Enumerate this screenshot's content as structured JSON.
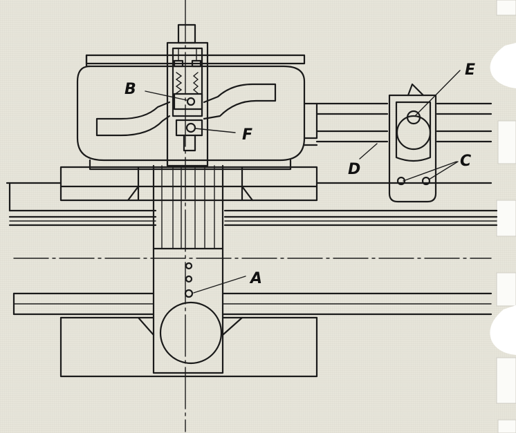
{
  "labels": {
    "B": "B",
    "F": "F",
    "E": "E",
    "D": "D",
    "C": "C",
    "A": "A"
  },
  "colors": {
    "paper": "#e7e5da",
    "ink": "#1a1a1a",
    "binder_hole": "#ffffff"
  }
}
